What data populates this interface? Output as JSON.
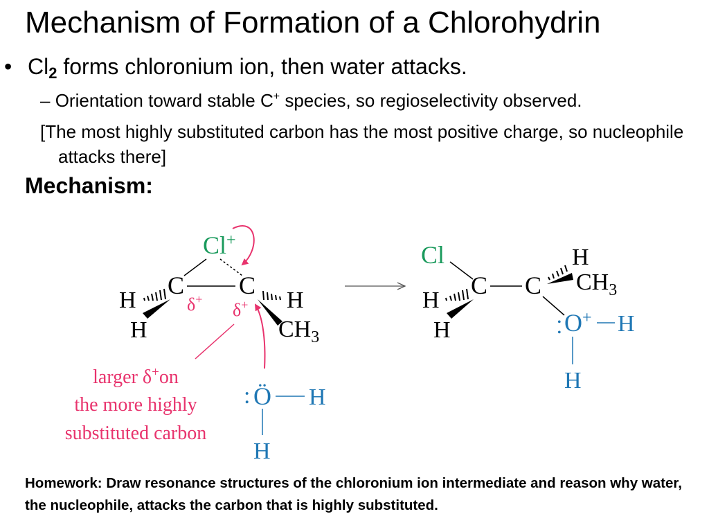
{
  "slide": {
    "title": "Mechanism of Formation of a Chlorohydrin",
    "bullet1": {
      "marker": "•",
      "text_pre": "Cl",
      "text_sub": "2",
      "text_post": " forms chloronium ion, then water attacks."
    },
    "bullet2": {
      "dash": "–",
      "text_pre": "Orientation toward stable C",
      "text_sup": "+",
      "text_post": " species, so regioselectivity observed."
    },
    "bullet3": "[The most highly substituted carbon has the most positive charge, so nucleophile attacks there]",
    "mechanism_label": "Mechanism:",
    "homework": "Homework: Draw resonance structures of the chloronium ion intermediate and reason why water, the nucleophile, attacks the carbon that is highly substituted."
  },
  "figure": {
    "colors": {
      "chlorine": "#1a9a5c",
      "water": "#1f77b4",
      "annotation": "#e8336d",
      "bond": "#000000"
    },
    "left": {
      "chloronium": "Cl",
      "chloronium_charge": "+",
      "carbon_left": "C",
      "carbon_right": "C",
      "h_left_1": "H",
      "h_left_2": "H",
      "h_right": "H",
      "methyl": "CH",
      "methyl_sub": "3",
      "delta_left": "δ",
      "delta_right": "δ",
      "delta_charge": "+",
      "water_lone_pair_left": ":",
      "water_oxygen": "Ö",
      "water_h_right": "H",
      "water_h_bottom": "H"
    },
    "annotation": {
      "line1_pre": "larger δ",
      "line1_sup": "+",
      "line1_post": "on",
      "line2": "the more highly",
      "line3": "substituted carbon"
    },
    "product": {
      "chlorine": "Cl",
      "carbon_left": "C",
      "carbon_right": "C",
      "h_top": "H",
      "methyl": "CH",
      "methyl_sub": "3",
      "h_left_1": "H",
      "h_left_2": "H",
      "lone_pair": "•",
      "oxygen": "O",
      "oxygen_charge": "+",
      "oh_right": "H",
      "oh_bottom": "H"
    }
  }
}
